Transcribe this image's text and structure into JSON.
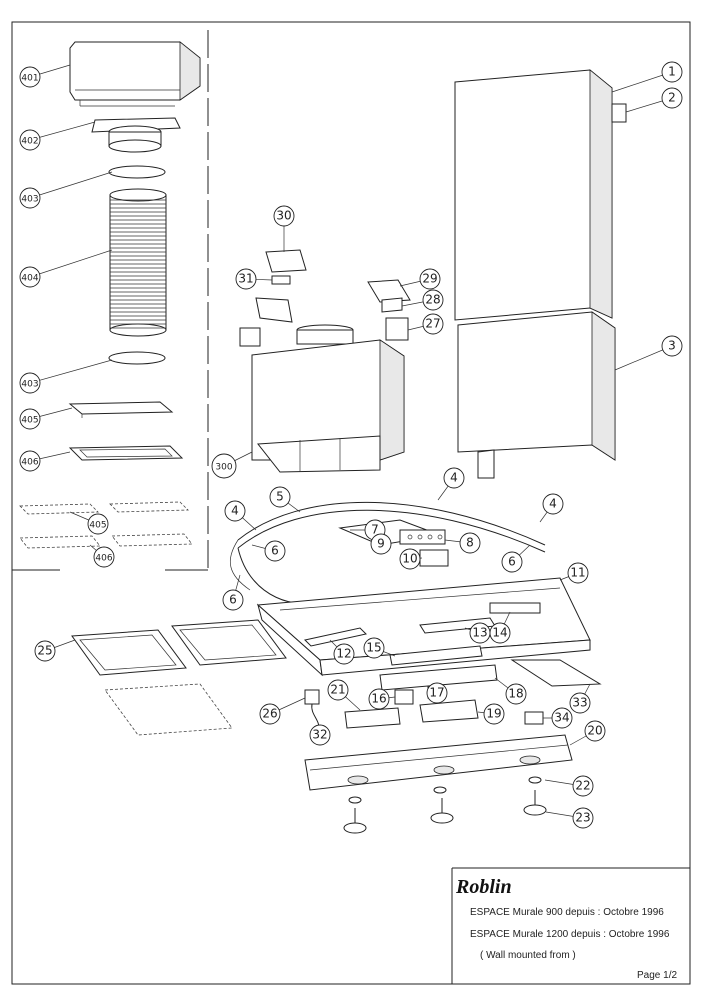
{
  "callouts_left": [
    {
      "id": "c401",
      "label": "401"
    },
    {
      "id": "c402",
      "label": "402"
    },
    {
      "id": "c403a",
      "label": "403"
    },
    {
      "id": "c404",
      "label": "404"
    },
    {
      "id": "c403b",
      "label": "403"
    },
    {
      "id": "c405",
      "label": "405"
    },
    {
      "id": "c406",
      "label": "406"
    },
    {
      "id": "c405b",
      "label": "405"
    },
    {
      "id": "c406b",
      "label": "406"
    }
  ],
  "callouts_main": [
    {
      "id": "c1",
      "label": "1"
    },
    {
      "id": "c2",
      "label": "2"
    },
    {
      "id": "c3",
      "label": "3"
    },
    {
      "id": "c4a",
      "label": "4"
    },
    {
      "id": "c4b",
      "label": "4"
    },
    {
      "id": "c4c",
      "label": "4"
    },
    {
      "id": "c5",
      "label": "5"
    },
    {
      "id": "c6a",
      "label": "6"
    },
    {
      "id": "c6b",
      "label": "6"
    },
    {
      "id": "c6c",
      "label": "6"
    },
    {
      "id": "c7",
      "label": "7"
    },
    {
      "id": "c8",
      "label": "8"
    },
    {
      "id": "c9",
      "label": "9"
    },
    {
      "id": "c10",
      "label": "10"
    },
    {
      "id": "c11",
      "label": "11"
    },
    {
      "id": "c12",
      "label": "12"
    },
    {
      "id": "c13",
      "label": "13"
    },
    {
      "id": "c14",
      "label": "14"
    },
    {
      "id": "c15",
      "label": "15"
    },
    {
      "id": "c16",
      "label": "16"
    },
    {
      "id": "c17",
      "label": "17"
    },
    {
      "id": "c18",
      "label": "18"
    },
    {
      "id": "c19",
      "label": "19"
    },
    {
      "id": "c20",
      "label": "20"
    },
    {
      "id": "c21",
      "label": "21"
    },
    {
      "id": "c22",
      "label": "22"
    },
    {
      "id": "c23",
      "label": "23"
    },
    {
      "id": "c25",
      "label": "25"
    },
    {
      "id": "c26",
      "label": "26"
    },
    {
      "id": "c27",
      "label": "27"
    },
    {
      "id": "c28",
      "label": "28"
    },
    {
      "id": "c29",
      "label": "29"
    },
    {
      "id": "c30",
      "label": "30"
    },
    {
      "id": "c31",
      "label": "31"
    },
    {
      "id": "c32",
      "label": "32"
    },
    {
      "id": "c33",
      "label": "33"
    },
    {
      "id": "c34",
      "label": "34"
    },
    {
      "id": "c300",
      "label": "300"
    }
  ],
  "title_block": {
    "brand": "Roblin",
    "line1": "ESPACE Murale 900 depuis   : Octobre 1996",
    "line2": "ESPACE Murale 1200 depuis : Octobre 1996",
    "line3": "( Wall mounted from )",
    "page": "Page 1/2"
  }
}
